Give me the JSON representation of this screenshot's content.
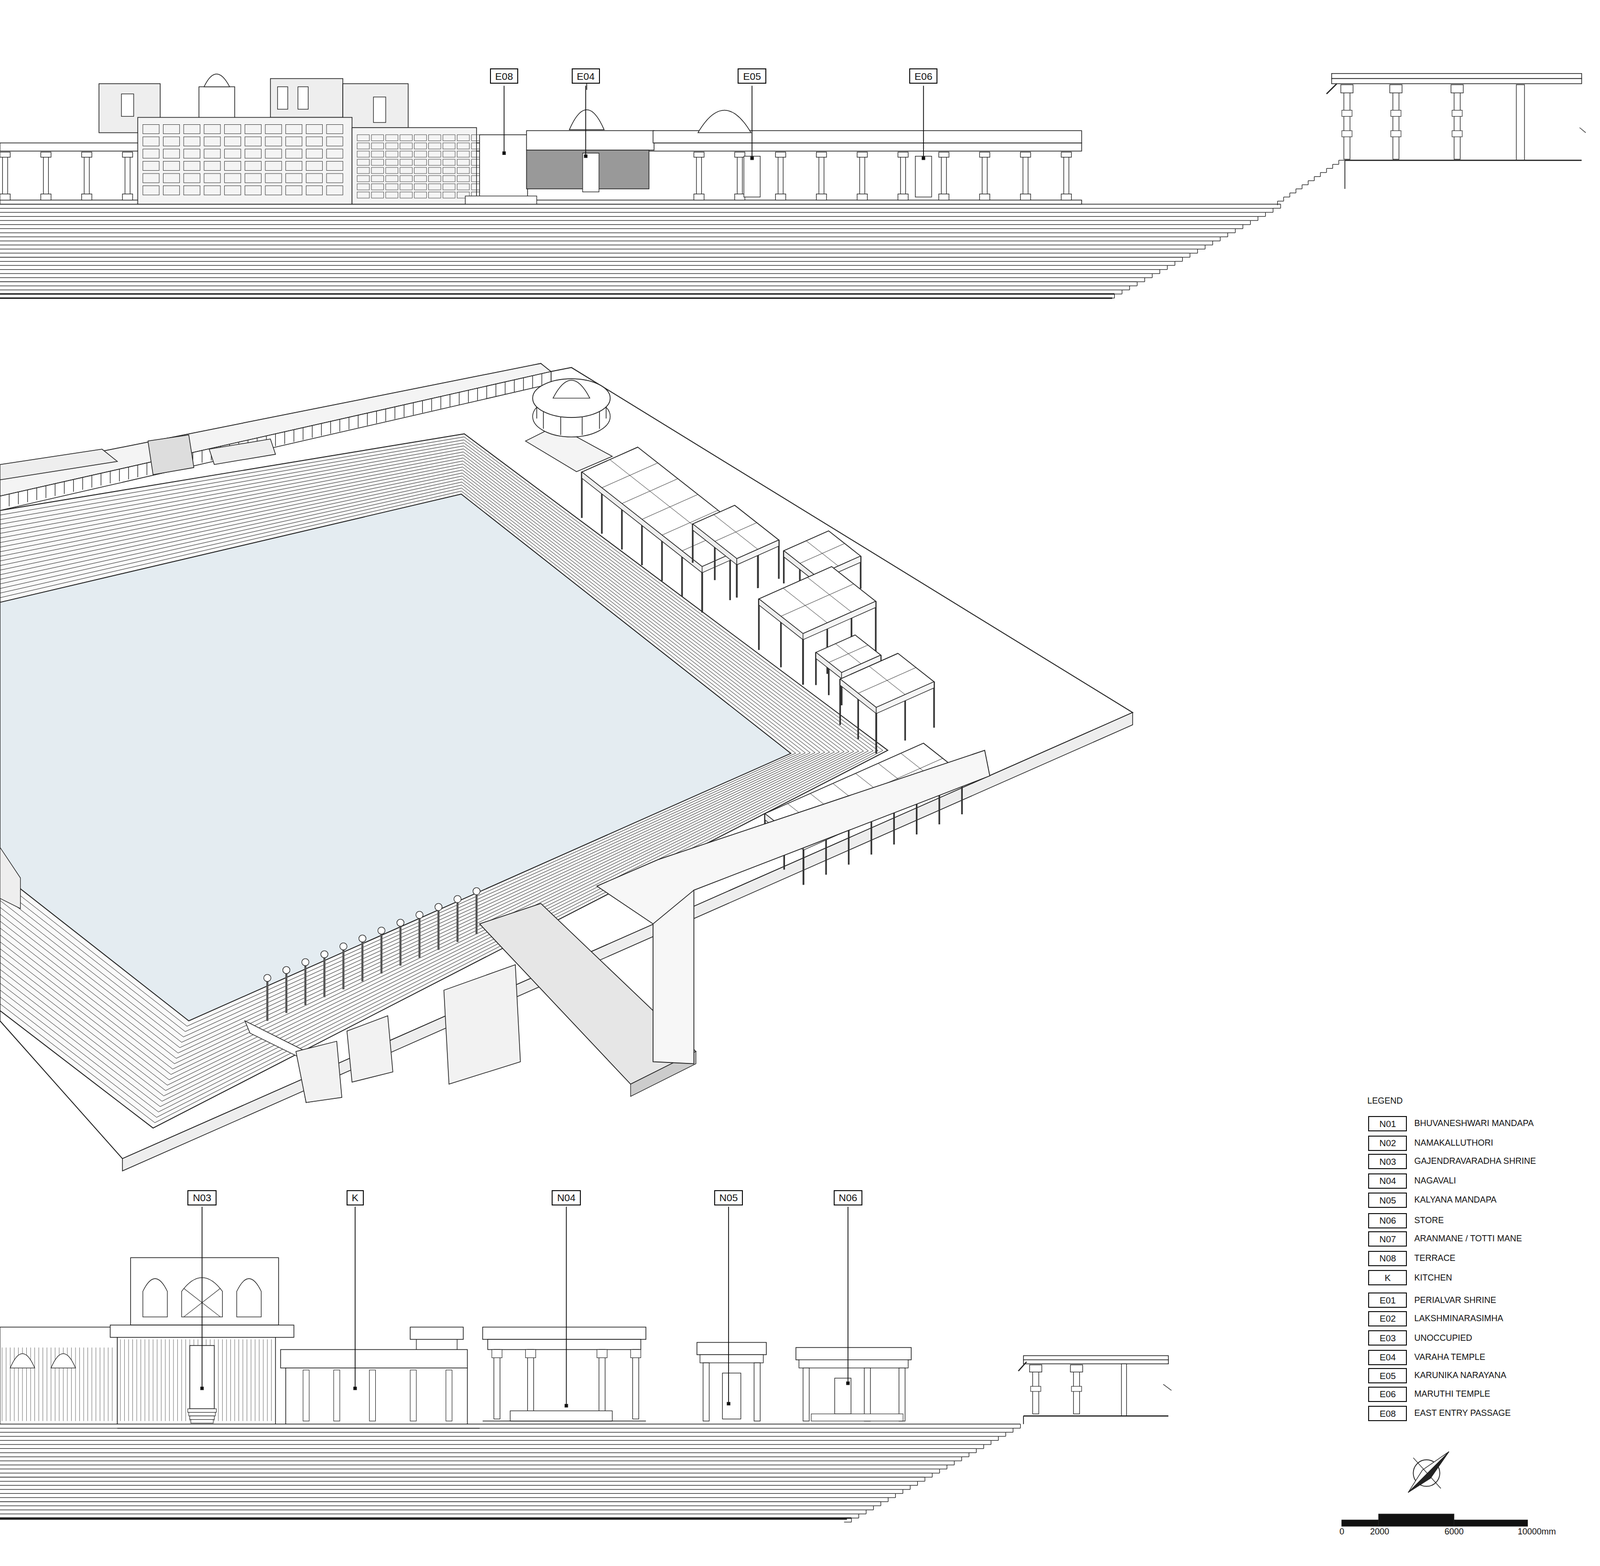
{
  "diagram": {
    "nodes": [
      {
        "text": [
          "E08"
        ]
      },
      {
        "text": [
          "E04"
        ]
      },
      {
        "text": [
          "E05"
        ]
      },
      {
        "text": [
          "E06"
        ]
      },
      {
        "text": [
          "N03"
        ]
      },
      {
        "text": [
          "K"
        ]
      },
      {
        "text": [
          "N04"
        ]
      },
      {
        "text": [
          "N05"
        ]
      },
      {
        "text": [
          "N06"
        ]
      },
      {
        "text": [
          "N01"
        ]
      },
      {
        "text": [
          "N02"
        ]
      },
      {
        "text": [
          "N03"
        ]
      },
      {
        "text": [
          "N04"
        ]
      },
      {
        "text": [
          "N05"
        ]
      },
      {
        "text": [
          "N06"
        ]
      },
      {
        "text": [
          "N07"
        ]
      },
      {
        "text": [
          "N08"
        ]
      },
      {
        "text": [
          "K"
        ]
      },
      {
        "text": [
          "E01"
        ]
      },
      {
        "text": [
          "E02"
        ]
      },
      {
        "text": [
          "E03"
        ]
      },
      {
        "text": [
          "E04"
        ]
      },
      {
        "text": [
          "E05"
        ]
      },
      {
        "text": [
          "E06"
        ]
      },
      {
        "text": [
          "E08"
        ]
      }
    ],
    "labels": [
      "LEGEND",
      "0",
      "2000",
      "6000",
      "10000mm"
    ],
    "legend": [
      {
        "text": "BHUVANESHWARI MANDAPA"
      },
      {
        "text": "NAMAKALLUTHORI"
      },
      {
        "text": "GAJENDRAVARADHA SHRINE"
      },
      {
        "text": "NAGAVALI"
      },
      {
        "text": "KALYANA MANDAPA"
      },
      {
        "text": "STORE"
      },
      {
        "text": "ARANMANE / TOTTI MANE"
      },
      {
        "text": "TERRACE"
      },
      {
        "text": "KITCHEN"
      },
      {
        "text": "PERIALVAR SHRINE"
      },
      {
        "text": "LAKSHMINARASIMHA"
      },
      {
        "text": "UNOCCUPIED"
      },
      {
        "text": "VARAHA TEMPLE"
      },
      {
        "text": "KARUNIKA NARAYANA"
      },
      {
        "text": "MARUTHI TEMPLE"
      },
      {
        "text": "EAST ENTRY PASSAGE"
      }
    ]
  }
}
